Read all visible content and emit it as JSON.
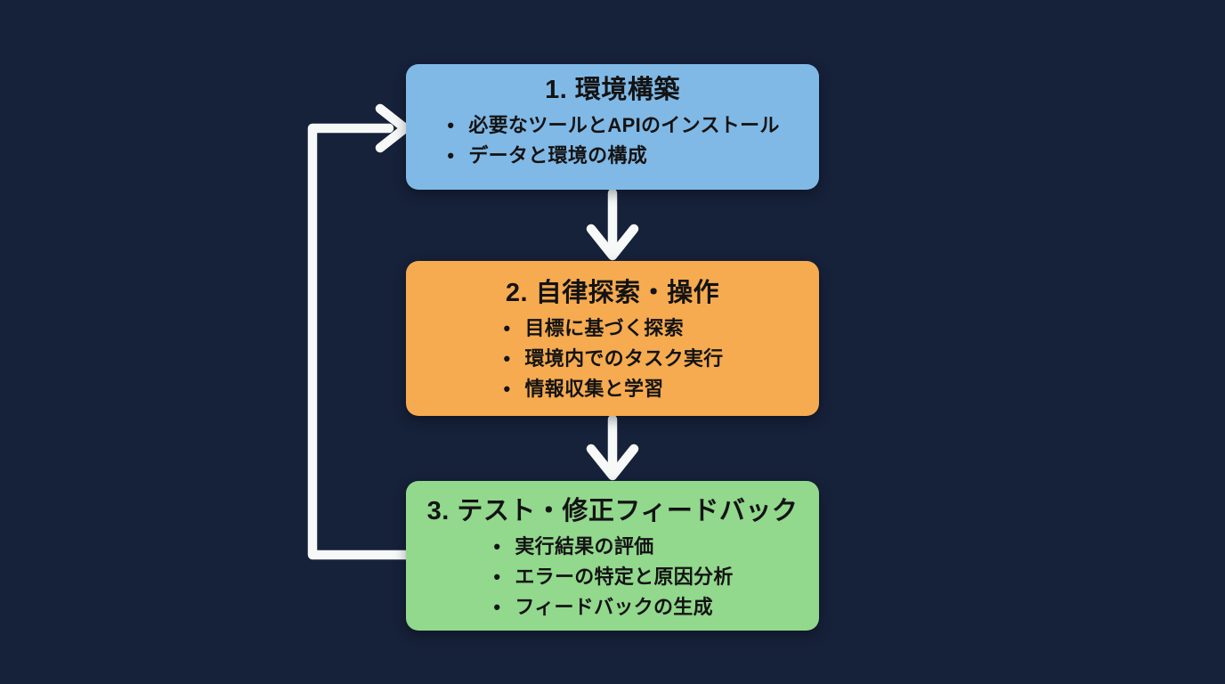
{
  "canvas": {
    "background": "#16213A",
    "arrow_color": "#F7F9F9",
    "text_color": "#131313"
  },
  "diagram": {
    "title": "",
    "nodes": [
      {
        "id": "step-1",
        "title": "1. 環境構築",
        "bullets": [
          "必要なツールとAPIのインストール",
          "データと環境の構成"
        ],
        "color": "#80B9E6"
      },
      {
        "id": "step-2",
        "title": "2. 自律探索・操作",
        "bullets": [
          "目標に基づく探索",
          "環境内でのタスク実行",
          "情報収集と学習"
        ],
        "color": "#F6AB50"
      },
      {
        "id": "step-3",
        "title": "3. テスト・修正フィードバック",
        "bullets": [
          "実行結果の評価",
          "エラーの特定と原因分析",
          "フィードバックの生成"
        ],
        "color": "#92D88D"
      }
    ],
    "edges": [
      {
        "from": "step-1",
        "to": "step-2",
        "type": "arrow-down"
      },
      {
        "from": "step-2",
        "to": "step-3",
        "type": "arrow-down"
      },
      {
        "from": "step-3",
        "to": "step-1",
        "type": "feedback-loop"
      }
    ]
  }
}
